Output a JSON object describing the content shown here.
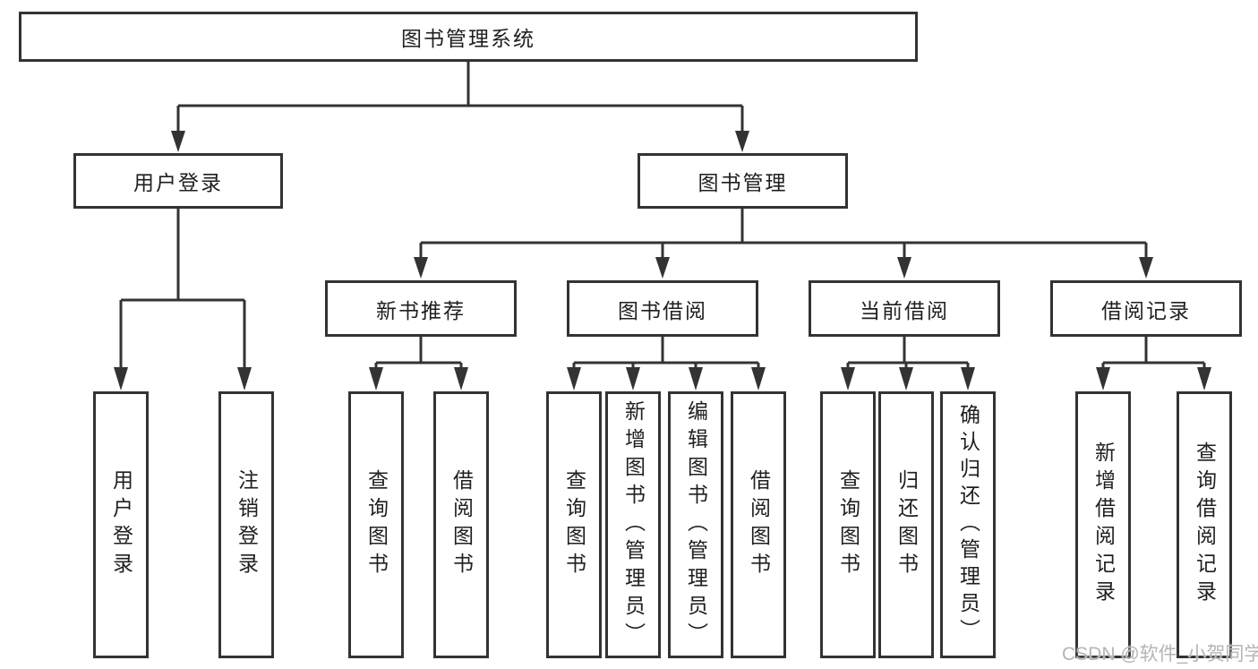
{
  "nodes": {
    "root": "图书管理系统",
    "level2": [
      "用户登录",
      "图书管理"
    ],
    "level3": [
      "新书推荐",
      "图书借阅",
      "当前借阅",
      "借阅记录"
    ],
    "leaves_g1": [
      "用户登录",
      "注销登录"
    ],
    "leaves_g2": [
      "查询图书",
      "借阅图书"
    ],
    "leaves_g3": [
      "查询图书",
      "新增图书（管理员）",
      "编辑图书（管理员）",
      "借阅图书"
    ],
    "leaves_g4": [
      "查询图书",
      "归还图书",
      "确认归还（管理员）"
    ],
    "leaves_g5": [
      "新增借阅记录",
      "查询借阅记录"
    ]
  },
  "watermark": "CSDN @软件_小贺同学",
  "colors": {
    "line": "#333333",
    "box_border": "#333333",
    "box_fill": "#ffffff",
    "text": "#1f1f1f",
    "watermark": "#b5b5b5"
  }
}
